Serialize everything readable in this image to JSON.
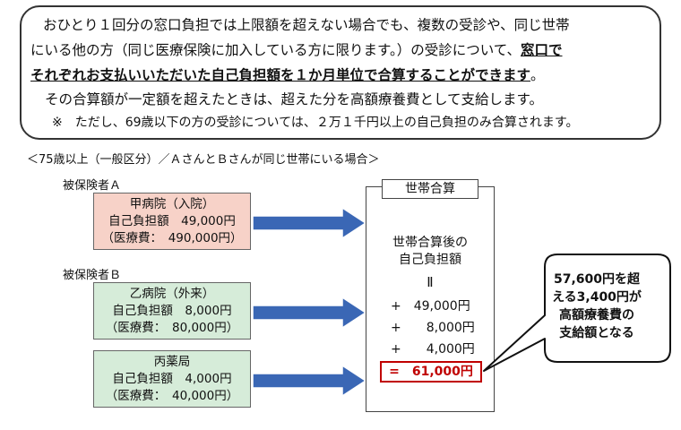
{
  "info": {
    "line1": "おひとり１回分の窓口負担では上限額を超えない場合でも、複数の受診や、同じ世帯",
    "line2_a": "にいる他の方（同じ医療保険に加入している方に限ります。）の受診について、",
    "line2_b": "窓口で",
    "line3_a": "それぞれお支払いいただいた自己負担額を１か月単位で合算することができます",
    "line3_b": "。",
    "line4": "その合算額が一定額を超えたときは、超えた分を高額療養費として支給します。",
    "line5": "※　ただし、69歳以下の方の受診については、２万１千円以上の自己負担のみ合算されます。"
  },
  "caption": "＜75歳以上（一般区分）／ＡさんとＢさんが同じ世帯にいる場合＞",
  "insured_a": {
    "label": "被保険者Ａ",
    "bills": [
      {
        "name": "甲病院（入院）",
        "copay": "自己負担額　49,000円",
        "cost": "（医療費：　490,000円）"
      }
    ]
  },
  "insured_b": {
    "label": "被保険者Ｂ",
    "bills": [
      {
        "name": "乙病院（外来）",
        "copay": "自己負担額　8,000円",
        "cost": "（医療費：　80,000円）"
      },
      {
        "name": "丙薬局",
        "copay": "自己負担額　4,000円",
        "cost": "（医療費：　40,000円）"
      }
    ]
  },
  "household": {
    "title": "世帯合算",
    "subtitle_1": "世帯合算後の",
    "subtitle_2": "自己負担額",
    "equals": "Ⅱ",
    "items": [
      "+　49,000円",
      "+　　8,000円",
      "+　　4,000円"
    ],
    "total": "=　61,000円"
  },
  "bubble": {
    "lines": [
      "57,600円を超",
      "える3,400円が",
      "高額療養費の",
      "支給額となる"
    ]
  },
  "colors": {
    "pink_box": "#f7d2c8",
    "green_box": "#d6ecd9",
    "total_red": "#c00000",
    "arrow_fill": "#3a67b5"
  }
}
